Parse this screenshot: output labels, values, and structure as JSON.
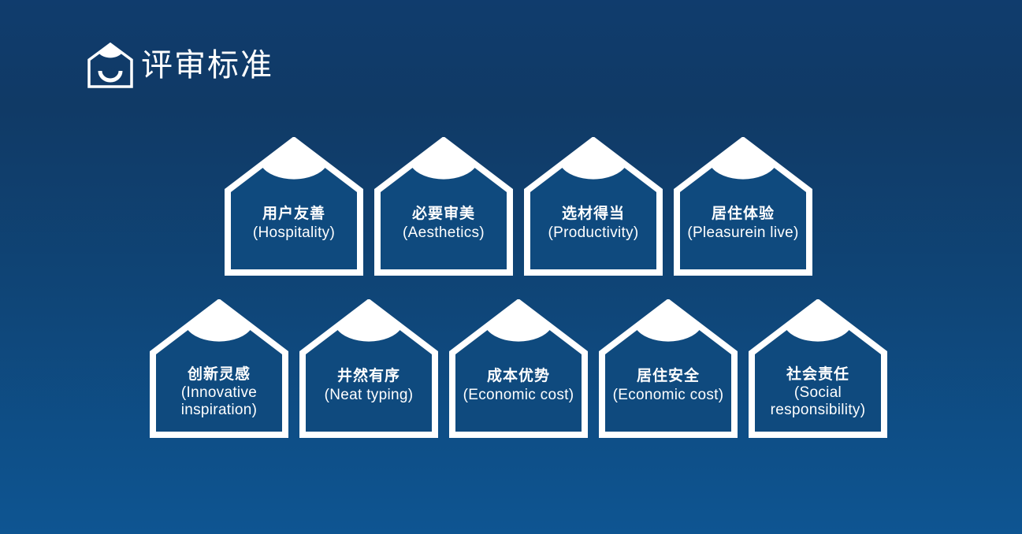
{
  "header": {
    "title": "评审标准",
    "logo_icon": "smiling-house-icon"
  },
  "colors": {
    "background_top": "#103c6d",
    "background_bottom": "#0e5592",
    "house_outline": "#ffffff",
    "house_fill": "#0f4a7e",
    "text": "#ffffff"
  },
  "criteria_rows": [
    [
      {
        "cn": "用户友善",
        "en": "(Hospitality)"
      },
      {
        "cn": "必要审美",
        "en": "(Aesthetics)"
      },
      {
        "cn": "选材得当",
        "en": "(Productivity)"
      },
      {
        "cn": "居住体验",
        "en": "(Pleasurein live)"
      }
    ],
    [
      {
        "cn": "创新灵感",
        "en": "(Innovative\ninspiration)"
      },
      {
        "cn": "井然有序",
        "en": "(Neat typing)"
      },
      {
        "cn": "成本优势",
        "en": "(Economic cost)"
      },
      {
        "cn": "居住安全",
        "en": "(Economic cost)"
      },
      {
        "cn": "社会责任",
        "en": "(Social\nresponsibility)"
      }
    ]
  ],
  "criteria": {
    "0": {
      "cn": "用户友善",
      "en": "(Hospitality)"
    },
    "1": {
      "cn": "必要审美",
      "en": "(Aesthetics)"
    },
    "2": {
      "cn": "选材得当",
      "en": "(Productivity)"
    },
    "3": {
      "cn": "居住体验",
      "en": "(Pleasurein live)"
    },
    "4": {
      "cn": "创新灵感",
      "en": "(Innovative\ninspiration)"
    },
    "5": {
      "cn": "井然有序",
      "en": "(Neat typing)"
    },
    "6": {
      "cn": "成本优势",
      "en": "(Economic cost)"
    },
    "7": {
      "cn": "居住安全",
      "en": "(Economic cost)"
    },
    "8": {
      "cn": "社会责任",
      "en": "(Social\nresponsibility)"
    }
  }
}
